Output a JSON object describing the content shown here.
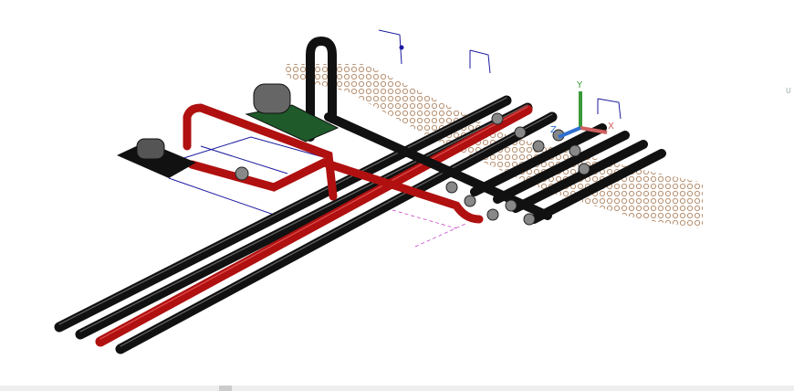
{
  "viewport": {
    "ucs_icon": {
      "x_label": "X",
      "y_label": "Y",
      "z_label": "Z"
    },
    "viewcube_label": "U"
  },
  "colors": {
    "pipe_black": "#111111",
    "pipe_red": "#b01010",
    "ground": "#b89070",
    "dimension": "#1a1aa0",
    "axis_x": "#d06060",
    "axis_y": "#3a9a3a",
    "axis_z": "#2f6fd0",
    "base_green": "#1f5a2a"
  }
}
